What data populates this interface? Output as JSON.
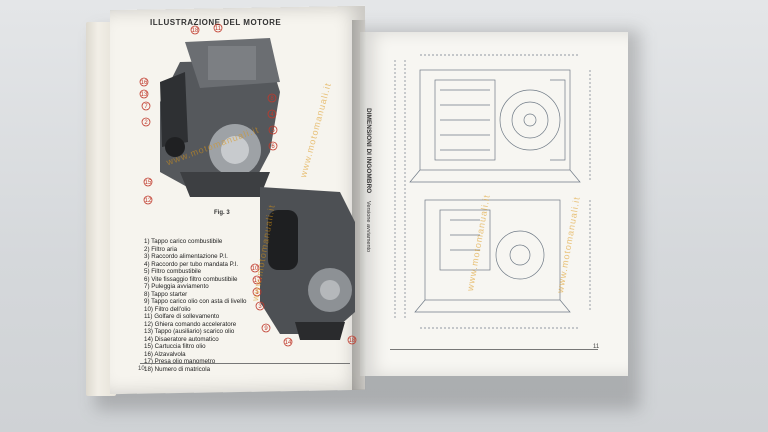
{
  "left_page": {
    "title": "ILLUSTRAZIONE DEL MOTORE",
    "figure_label": "Fig. 3",
    "page_number": "10",
    "callouts_top": [
      "18",
      "11",
      "16",
      "13",
      "7",
      "2",
      "8",
      "4",
      "5",
      "6",
      "15",
      "12"
    ],
    "callouts_bottom": [
      "10",
      "17",
      "1",
      "3",
      "9",
      "14",
      "18"
    ],
    "legend": [
      "1) Tappo carico combustibile",
      "2) Filtro aria",
      "3) Raccordo alimentazione P.I.",
      "4) Raccordo per tubo mandata P.I.",
      "5) Filtro combustibile",
      "6) Vite fissaggio filtro combustibile",
      "7) Puleggia avviamento",
      "8) Tappo starter",
      "9) Tappo carico olio con asta di livello",
      "10) Filtro dell'olio",
      "11) Golfare di sollevamento",
      "12) Ghiera comando acceleratore",
      "13) Tappo (ausiliario) scarico olio",
      "14) Disaeratore automatico",
      "15) Cartuccia filtro olio",
      "16) Alzavalvola",
      "17) Presa olio manometro",
      "18) Numero di matricola"
    ]
  },
  "right_page": {
    "heading": "DIMENSIONI DI INGOMBRO",
    "subheading": "Versione avviamento",
    "page_number": "11"
  },
  "watermark": "www.motomanuali.it",
  "colors": {
    "page": "#f6f4ee",
    "watermark": "#dc9614",
    "callout_ring": "#c0392b",
    "drawing_line": "#6f7a86"
  }
}
